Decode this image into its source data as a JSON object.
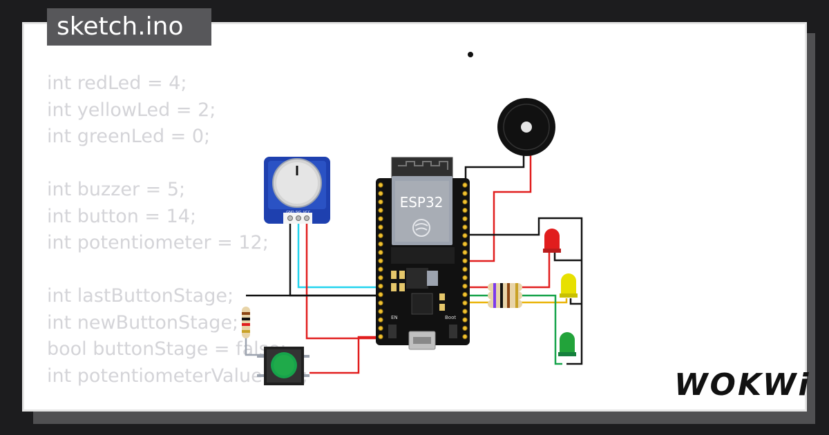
{
  "tab": {
    "title": "sketch.ino"
  },
  "code": {
    "lines": [
      "int redLed = 4;",
      "int yellowLed = 2;",
      "int greenLed = 0;",
      "",
      "int buzzer = 5;",
      "int button = 14;",
      "int potentiometer = 12;",
      "",
      "int lastButtonStage;",
      "int newButtonStage;",
      "bool buttonStage = false;",
      "int potentiometerValue = 0;"
    ]
  },
  "board": {
    "label": "ESP32",
    "en_label": "EN",
    "boot_label": "Boot"
  },
  "potentiometer": {
    "pins": [
      "GND",
      "SIG",
      "VCC"
    ]
  },
  "brand": {
    "logo": "WOKWi"
  },
  "colors": {
    "wire_red": "#e11d1d",
    "wire_black": "#111111",
    "wire_cyan": "#22d3ee",
    "wire_green": "#16a34a",
    "wire_yellow": "#eab308",
    "led_red": "#e11d1d",
    "led_yellow": "#e7e000",
    "led_green": "#22a33a"
  }
}
